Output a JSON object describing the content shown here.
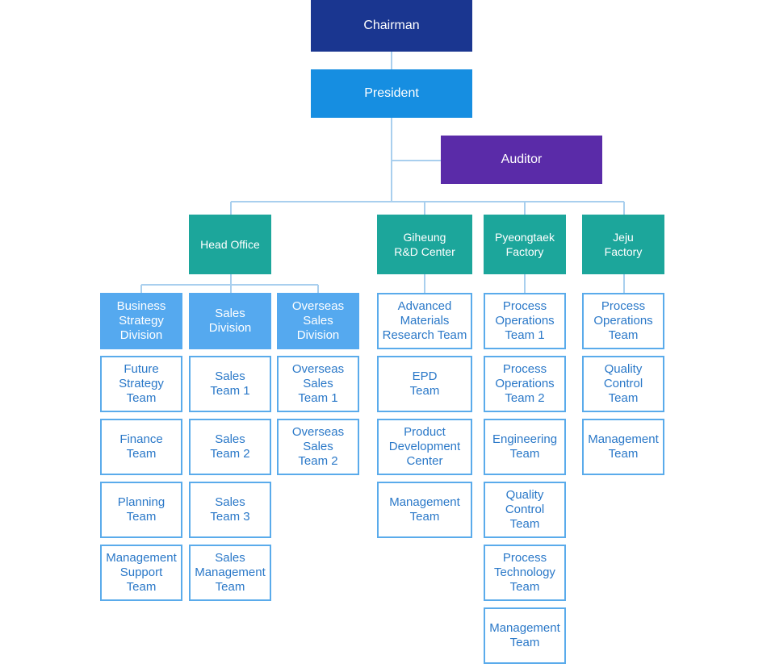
{
  "colors": {
    "chairman": "#1a3690",
    "president": "#168ee1",
    "auditor": "#5a2ba8",
    "unit": "#1ca69b",
    "division": "#55a9ef",
    "team_border": "#5aabeb",
    "team_text": "#2a78c8",
    "connector": "#a9cfee"
  },
  "executives": {
    "chairman": "Chairman",
    "president": "President",
    "auditor": "Auditor"
  },
  "units": {
    "head_office": "Head Office",
    "giheung": "Giheung\nR&D Center",
    "pyeongtaek": "Pyeongtaek\nFactory",
    "jeju": "Jeju\nFactory"
  },
  "divisions": {
    "business_strategy": "Business\nStrategy\nDivision",
    "sales": "Sales\nDivision",
    "overseas_sales": "Overseas\nSales\nDivision"
  },
  "teams": {
    "business_strategy": [
      "Future\nStrategy\nTeam",
      "Finance\nTeam",
      "Planning\nTeam",
      "Management\nSupport\nTeam"
    ],
    "sales": [
      "Sales\nTeam 1",
      "Sales\nTeam 2",
      "Sales\nTeam 3",
      "Sales\nManagement\nTeam"
    ],
    "overseas_sales": [
      "Overseas\nSales\nTeam 1",
      "Overseas\nSales\nTeam 2"
    ],
    "giheung": [
      "Advanced\nMaterials\nResearch Team",
      "EPD\nTeam",
      "Product\nDevelopment\nCenter",
      "Management\nTeam"
    ],
    "pyeongtaek": [
      "Process\nOperations\nTeam 1",
      "Process\nOperations\nTeam 2",
      "Engineering\nTeam",
      "Quality\nControl\nTeam",
      "Process\nTechnology\nTeam",
      "Management\nTeam"
    ],
    "jeju": [
      "Process\nOperations\nTeam",
      "Quality\nControl\nTeam",
      "Management\nTeam"
    ]
  }
}
